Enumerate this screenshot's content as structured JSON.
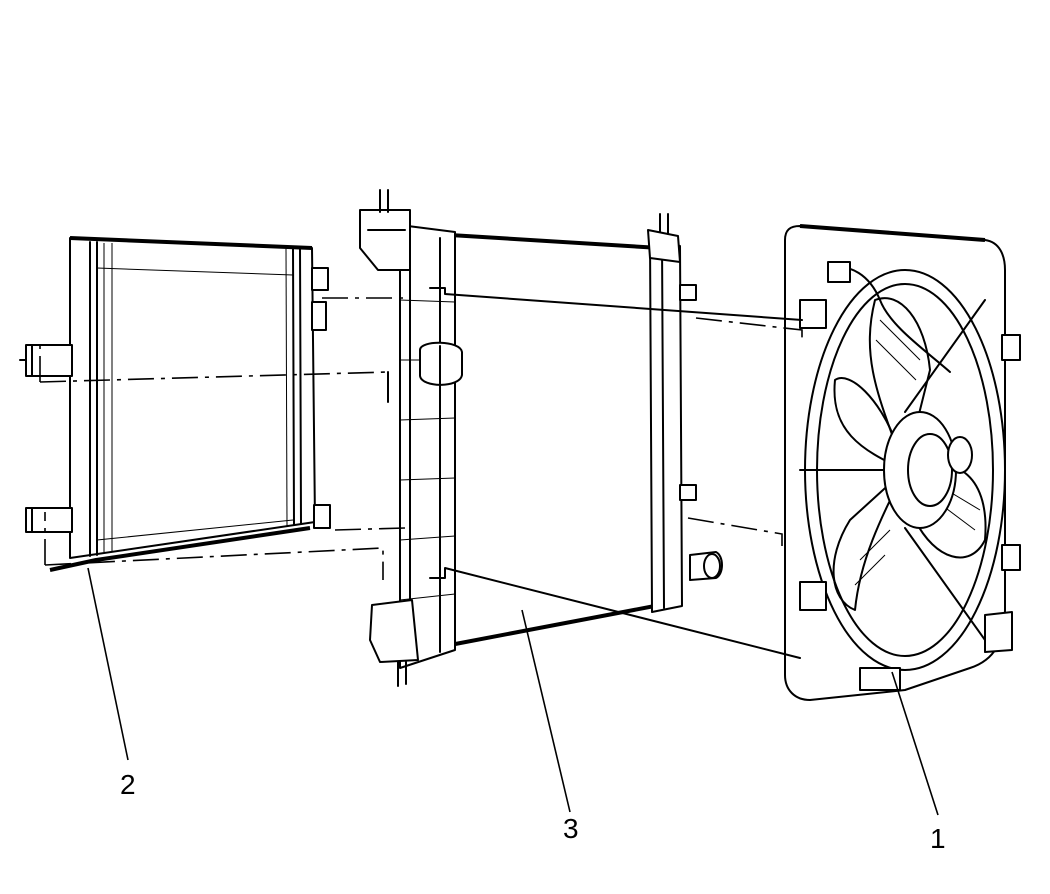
{
  "diagram": {
    "callouts": [
      {
        "id": "fan-shroud",
        "label": "1"
      },
      {
        "id": "condenser",
        "label": "2"
      },
      {
        "id": "radiator",
        "label": "3"
      }
    ]
  }
}
